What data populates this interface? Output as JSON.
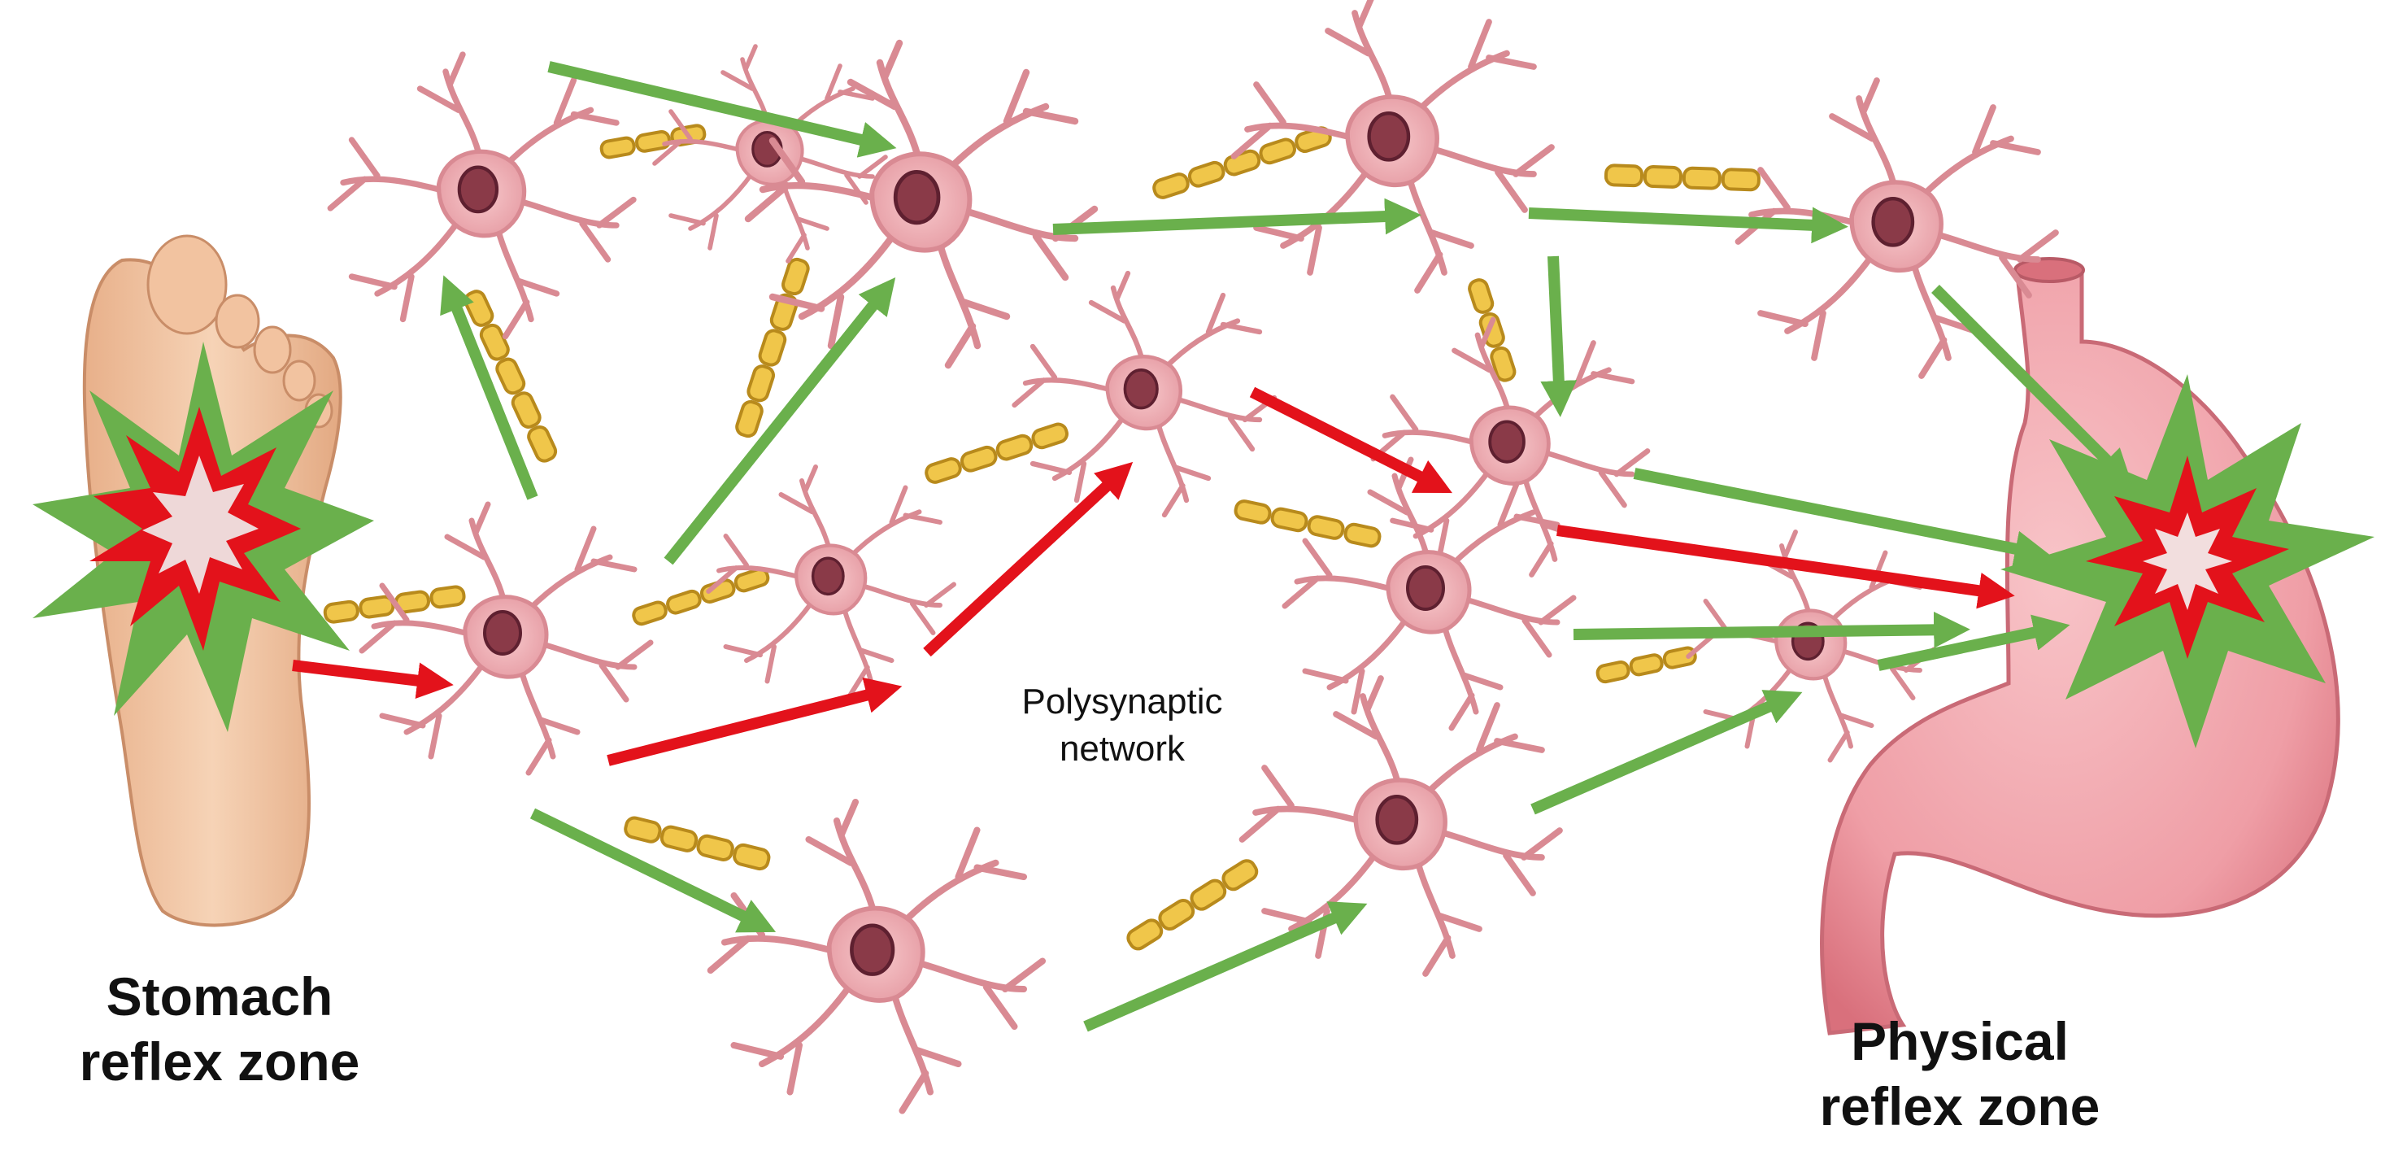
{
  "labels": {
    "stomach_reflex_zone": {
      "line1": "Stomach",
      "line2": "reflex zone"
    },
    "physical_reflex_zone": {
      "line1": "Physical",
      "line2": "reflex zone"
    },
    "polysynaptic_network": {
      "line1": "Polysynaptic",
      "line2": "network"
    }
  },
  "colors": {
    "neuron_body": "#f2b3b8",
    "neuron_outline": "#d98a93",
    "nucleus": "#8a3a48",
    "myelin": "#f0c64a",
    "myelin_outline": "#b88a1c",
    "arrow_green": "#6ab04c",
    "arrow_red": "#e3121b",
    "foot": "#f2c9a8",
    "stomach": "#f0a0a8"
  },
  "icons": [
    "foot-icon",
    "stomach-icon",
    "neuron-icon",
    "starburst-icon"
  ]
}
